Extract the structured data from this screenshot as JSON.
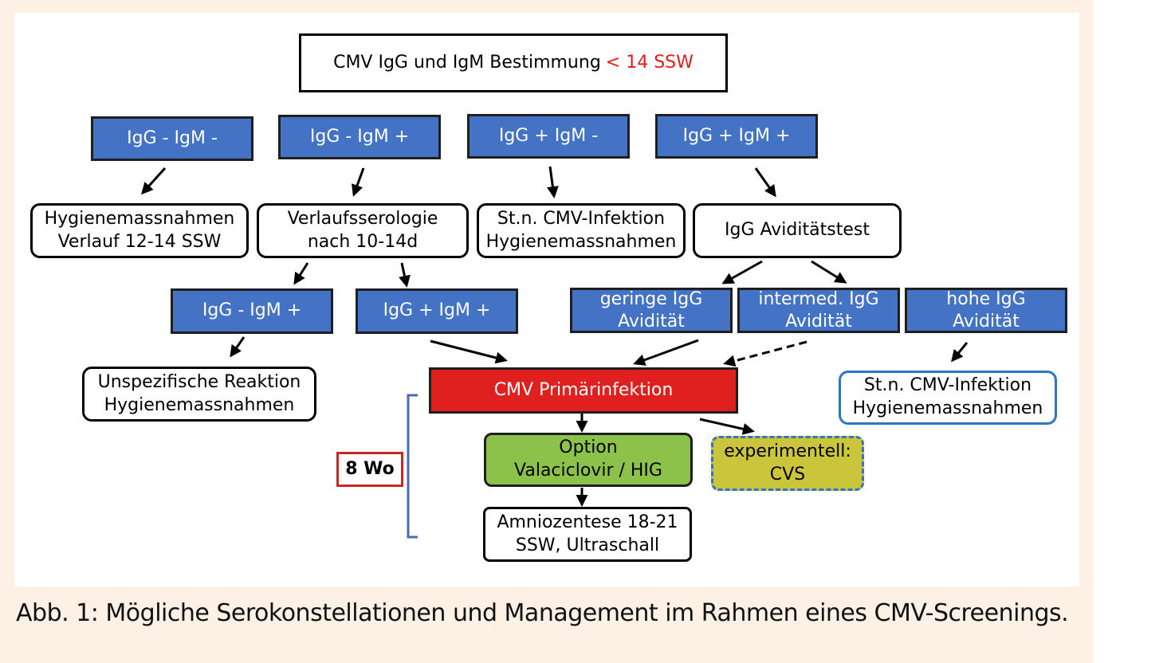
{
  "top": {
    "text": "CMV IgG und IgM Bestimmung",
    "highlight": "< 14 SSW",
    "highlight_color": "#e21b1b"
  },
  "row1": [
    {
      "text": "IgG -  IgM -"
    },
    {
      "text": "IgG -  IgM +"
    },
    {
      "text": "IgG +   IgM -"
    },
    {
      "text": "IgG +   IgM +"
    }
  ],
  "row2": [
    {
      "line1": "Hygienemassnahmen",
      "line2": "Verlauf 12-14 SSW"
    },
    {
      "line1": "Verlaufsserologie",
      "line2": "nach 10-14d"
    },
    {
      "line1": "St.n. CMV-Infektion",
      "line2": "Hygienemassnahmen"
    },
    {
      "line1": "IgG Aviditätstest"
    }
  ],
  "row3": [
    {
      "text": "IgG -   IgM +"
    },
    {
      "text": "IgG +   IgM +"
    },
    {
      "line1": "geringe IgG",
      "line2": "Avidität"
    },
    {
      "line1": "intermed. IgG",
      "line2": "Avidität"
    },
    {
      "line1": "hohe IgG",
      "line2": "Avidität"
    }
  ],
  "unspez": {
    "line1": "Unspezifische Reaktion",
    "line2": "Hygienemassnahmen"
  },
  "primar": {
    "text": "CMV Primärinfektion"
  },
  "stn_high": {
    "line1": "St.n. CMV-Infektion",
    "line2": "Hygienemassnahmen"
  },
  "option": {
    "line1": "Option",
    "line2": "Valaciclovir / HIG"
  },
  "experimental": {
    "line1": "experimentell:",
    "line2": "CVS"
  },
  "amnio": {
    "line1": "Amniozentese 18-21",
    "line2": "SSW, Ultraschall"
  },
  "weeks": {
    "text": "8 Wo"
  },
  "caption": "Abb. 1: Mögliche Serokonstellationen und Management im Rahmen eines CMV-Screenings.",
  "colors": {
    "node_blue": "#4472c4",
    "primary_red": "#e01f1f",
    "option_green": "#8cc24a",
    "experimental_yellow": "#cbc53b",
    "accent_blue": "#2e74c8"
  }
}
